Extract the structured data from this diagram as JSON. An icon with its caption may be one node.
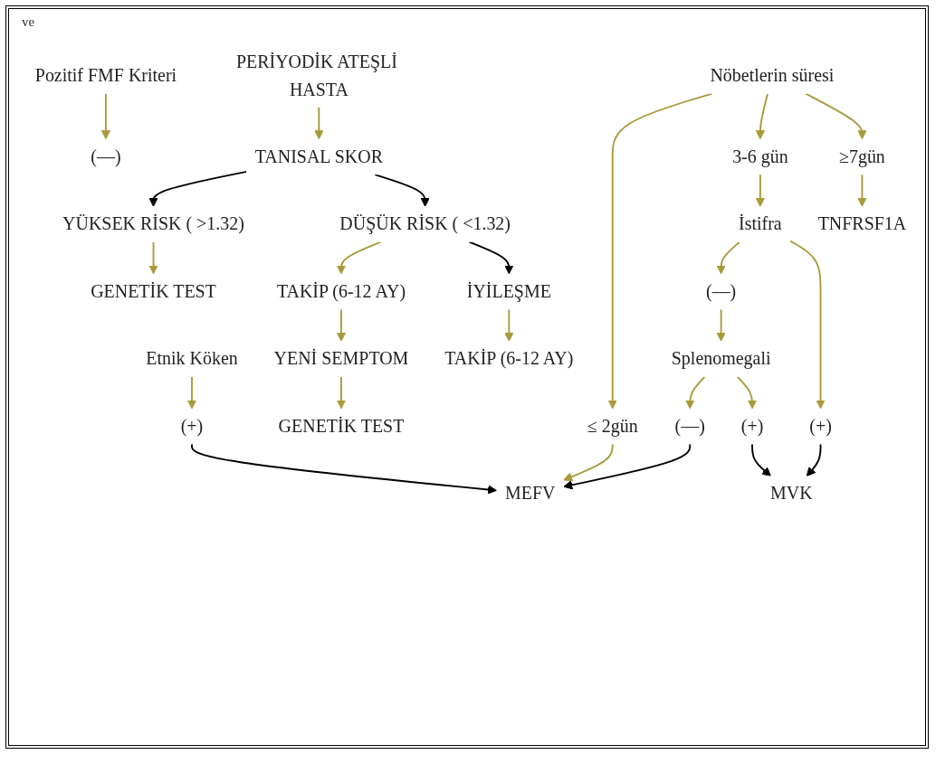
{
  "diagram": {
    "nodes": [
      {
        "text": [
          "PERİYODİK ATEŞLİ HASTA"
        ]
      },
      {
        "text": [
          "TANISAL SKOR"
        ]
      },
      {
        "text": [
          "YÜKSEK RİSK ( >1.32)"
        ]
      },
      {
        "text": [
          "DÜŞÜK RİSK ( <1.32)"
        ]
      },
      {
        "text": [
          "GENETİK TEST"
        ]
      },
      {
        "text": [
          "Etnik Köken"
        ]
      },
      {
        "text": [
          "Pozitif FMF Kriteri"
        ]
      },
      {
        "text": [
          "(+)"
        ]
      },
      {
        "text": [
          "(—)"
        ]
      },
      {
        "text": [
          "Nöbetlerin süresi"
        ]
      },
      {
        "text": [
          "≤ 2gün"
        ]
      },
      {
        "text": [
          "3-6 gün"
        ]
      },
      {
        "text": [
          "≥7gün"
        ]
      },
      {
        "text": [
          "MEFV"
        ]
      },
      {
        "text": [
          "İstifra"
        ]
      },
      {
        "text": [
          "TNFRSF1A"
        ]
      },
      {
        "text": [
          "(—)"
        ]
      },
      {
        "text": [
          "(+)"
        ]
      },
      {
        "text": [
          "MVK"
        ]
      },
      {
        "text": [
          "Splenomegali"
        ]
      },
      {
        "text": [
          "(—)"
        ]
      },
      {
        "text": [
          "(+)"
        ]
      },
      {
        "text": [
          "TAKİP (6-12 AY)"
        ]
      },
      {
        "text": [
          "İYİLEŞME"
        ]
      },
      {
        "text": [
          "YENİ SEMPTOM"
        ]
      },
      {
        "text": [
          "GENETİK TEST"
        ]
      },
      {
        "text": [
          "TAKİP (6-12 AY)"
        ]
      }
    ],
    "edges": [
      {
        "from": 0,
        "to": 1,
        "arrow": "to"
      },
      {
        "from": 1,
        "to": 2,
        "arrow": "to",
        "color": "#000000"
      },
      {
        "from": 1,
        "to": 3,
        "arrow": "to",
        "color": "#000000"
      },
      {
        "from": 2,
        "to": 4,
        "arrow": "to"
      },
      {
        "from": 5,
        "to": 7,
        "arrow": "to"
      },
      {
        "from": 6,
        "to": 8,
        "arrow": "to"
      },
      {
        "from": 9,
        "to": 10,
        "arrow": "to"
      },
      {
        "from": 9,
        "to": 11,
        "arrow": "to"
      },
      {
        "from": 9,
        "to": 12,
        "arrow": "to"
      },
      {
        "from": 10,
        "to": 13,
        "arrow": "to"
      },
      {
        "from": 11,
        "to": 14,
        "arrow": "to"
      },
      {
        "from": 12,
        "to": 15,
        "arrow": "to"
      },
      {
        "from": 7,
        "to": 13,
        "arrow": "to",
        "color": "#000000"
      },
      {
        "from": 14,
        "to": 16,
        "arrow": "to"
      },
      {
        "from": 14,
        "to": 17,
        "arrow": "to"
      },
      {
        "from": 17,
        "to": 18,
        "arrow": "to",
        "color": "#000000"
      },
      {
        "from": 16,
        "to": 19,
        "arrow": "to"
      },
      {
        "from": 19,
        "to": 20,
        "arrow": "to"
      },
      {
        "from": 19,
        "to": 21,
        "arrow": "to"
      },
      {
        "from": 20,
        "to": 13,
        "arrow": "to",
        "color": "#000000"
      },
      {
        "from": 21,
        "to": 18,
        "arrow": "to",
        "color": "#000000"
      },
      {
        "from": 3,
        "to": 22,
        "arrow": "to"
      },
      {
        "from": 3,
        "to": 23,
        "arrow": "to",
        "color": "#000000"
      },
      {
        "from": 22,
        "to": 24,
        "arrow": "to"
      },
      {
        "from": 24,
        "to": 25,
        "arrow": "to"
      },
      {
        "from": 23,
        "to": 26,
        "arrow": "to"
      }
    ],
    "labels": [
      "ve"
    ]
  }
}
